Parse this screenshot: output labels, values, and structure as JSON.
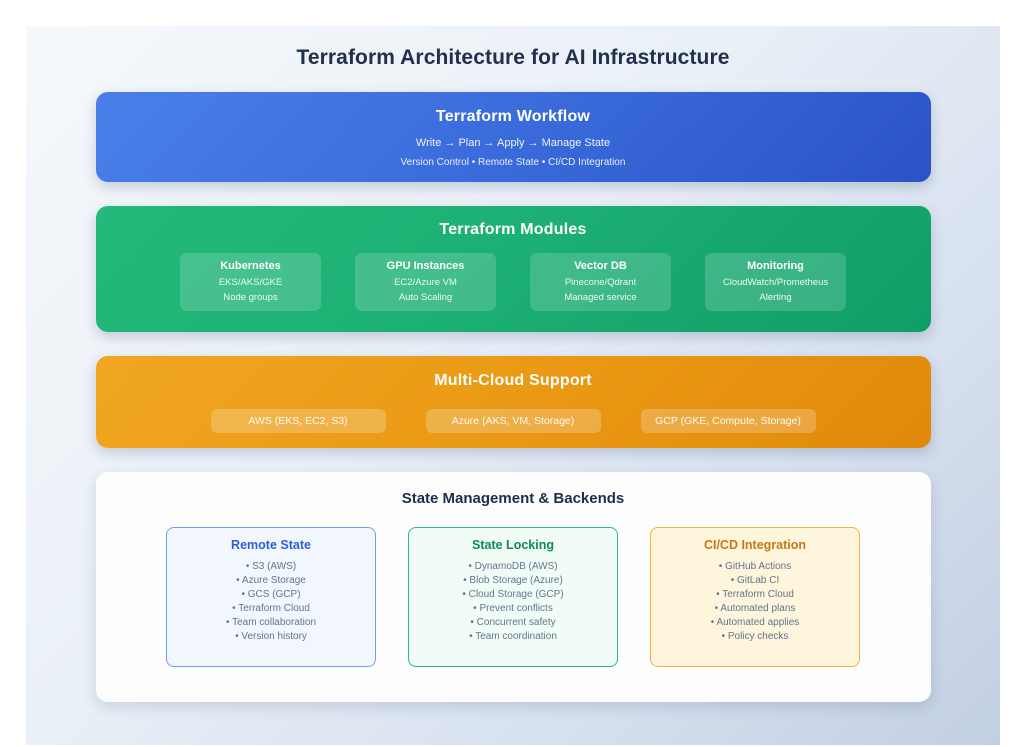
{
  "page": {
    "title": "Terraform Architecture for AI Infrastructure"
  },
  "workflow": {
    "title": "Terraform Workflow",
    "flow": "Write → Plan → Apply → Manage State",
    "features": "Version Control • Remote State • CI/CD Integration",
    "color": "#3c6ddd"
  },
  "modules": {
    "title": "Terraform Modules",
    "color": "#1db074",
    "cards": [
      {
        "name": "Kubernetes",
        "line1": "EKS/AKS/GKE",
        "line2": "Node groups"
      },
      {
        "name": "GPU Instances",
        "line1": "EC2/Azure VM",
        "line2": "Auto Scaling"
      },
      {
        "name": "Vector DB",
        "line1": "Pinecone/Qdrant",
        "line2": "Managed service"
      },
      {
        "name": "Monitoring",
        "line1": "CloudWatch/Prometheus",
        "line2": "Alerting"
      }
    ]
  },
  "multicloud": {
    "title": "Multi-Cloud Support",
    "color": "#eb9b16",
    "providers": [
      "AWS (EKS, EC2, S3)",
      "Azure (AKS, VM, Storage)",
      "GCP (GKE, Compute, Storage)"
    ]
  },
  "state_management": {
    "title": "State Management & Backends",
    "cards": [
      {
        "title": "Remote State",
        "accent": "#2c5fd8",
        "items": [
          "• S3 (AWS)",
          "• Azure Storage",
          "• GCS (GCP)",
          "• Terraform Cloud",
          "• Team collaboration",
          "• Version history"
        ]
      },
      {
        "title": "State Locking",
        "accent": "#0f8a56",
        "items": [
          "• DynamoDB (AWS)",
          "• Blob Storage (Azure)",
          "• Cloud Storage (GCP)",
          "• Prevent conflicts",
          "• Concurrent safety",
          "• Team coordination"
        ]
      },
      {
        "title": "CI/CD Integration",
        "accent": "#c9761b",
        "items": [
          "• GitHub Actions",
          "• GitLab CI",
          "• Terraform Cloud",
          "• Automated plans",
          "• Automated applies",
          "• Policy checks"
        ]
      }
    ]
  }
}
